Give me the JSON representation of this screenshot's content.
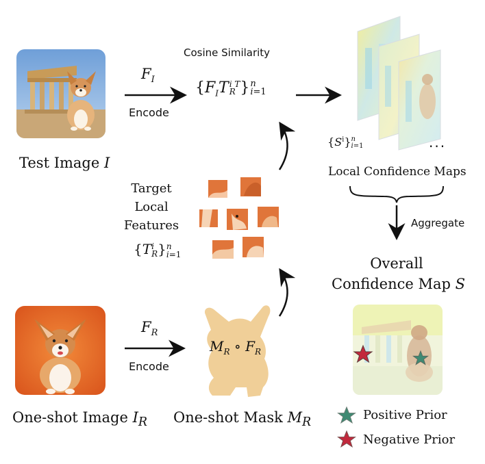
{
  "test_image_label": "Test Image ",
  "test_image_var": "I",
  "oneshot_image_label": "One-shot Image ",
  "oneshot_image_var": "I",
  "oneshot_image_sub": "R",
  "oneshot_mask_label": "One-shot Mask ",
  "oneshot_mask_var": "M",
  "oneshot_mask_sub": "R",
  "encode_top": "Encode",
  "encode_bottom": "Encode",
  "f_i": "F",
  "f_i_sub": "I",
  "f_r": "F",
  "f_r_sub": "R",
  "cosine_similarity": "Cosine Similarity",
  "target_local_features": [
    "Target",
    "Local",
    "Features"
  ],
  "local_confidence_maps": "Local Confidence Maps",
  "ellipsis": "...",
  "aggregate": "Aggregate",
  "overall_line1": "Overall",
  "overall_line2": "Confidence Map ",
  "overall_var": "S",
  "positive_prior": "Positive Prior",
  "negative_prior": "Negative Prior",
  "colors": {
    "arrow": "#111111",
    "mask": "#f0cf98",
    "positive_star": "#3f8a73",
    "negative_star": "#c2283c",
    "patch": "#e0753a"
  }
}
